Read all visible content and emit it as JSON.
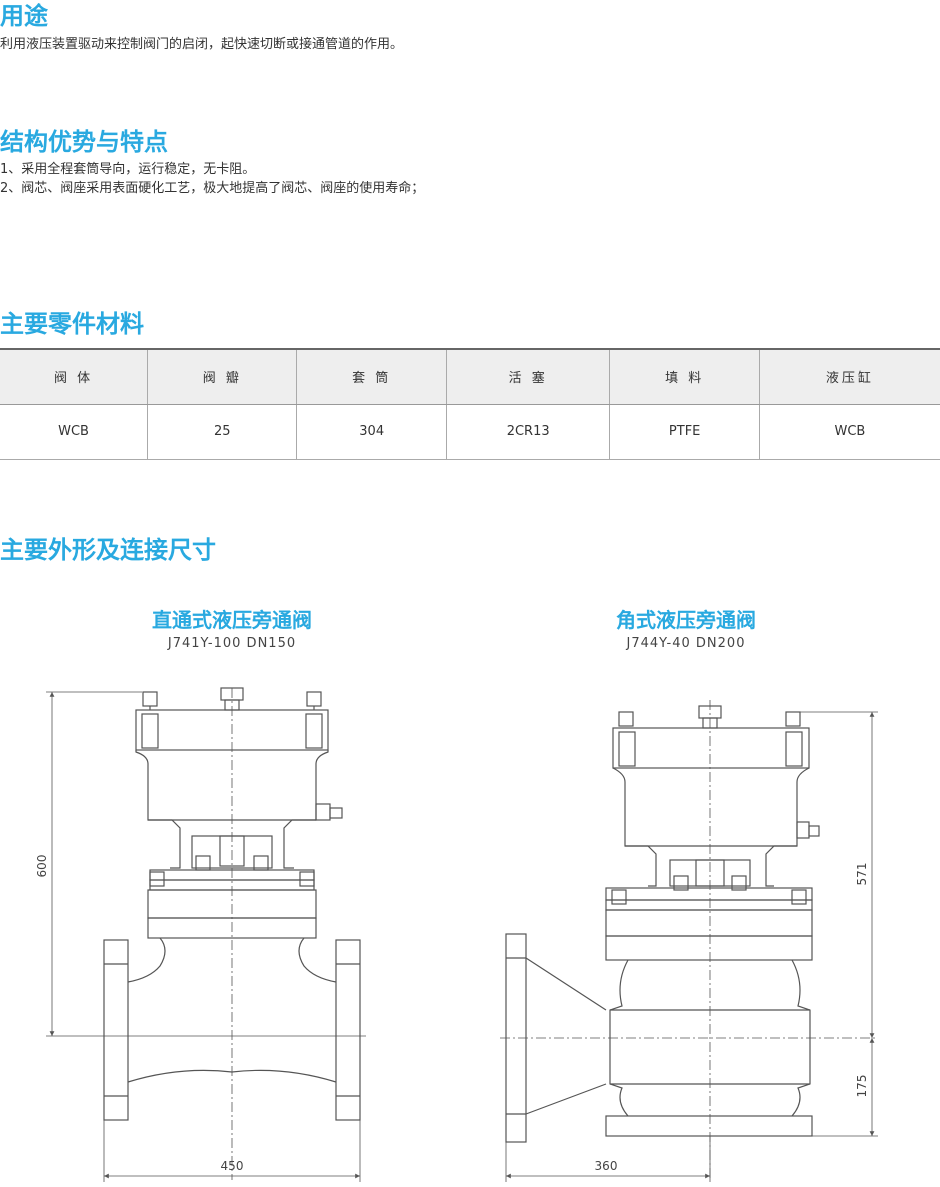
{
  "sections": {
    "use": {
      "title": "用途",
      "text": "利用液压装置驱动来控制阀门的启闭，起快速切断或接通管道的作用。"
    },
    "structure": {
      "title": "结构优势与特点",
      "points": [
        "1、采用全程套筒导向，运行稳定，无卡阻。",
        "2、阀芯、阀座采用表面硬化工艺，极大地提高了阀芯、阀座的使用寿命；"
      ]
    },
    "materials": {
      "title": "主要零件材料",
      "headers": [
        "阀 体",
        "阀 瓣",
        "套 筒",
        "活 塞",
        "填 料",
        "液压缸"
      ],
      "values": [
        "WCB",
        "25",
        "304",
        "2CR13",
        "PTFE",
        "WCB"
      ]
    },
    "dimensions": {
      "title": "主要外形及连接尺寸"
    }
  },
  "valves": [
    {
      "title": "直通式液压旁通阀",
      "model": "J741Y-100 DN150",
      "dims": {
        "height": "600",
        "width": "450"
      }
    },
    {
      "title": "角式液压旁通阀",
      "model": "J744Y-40 DN200",
      "dims": {
        "height_top": "571",
        "height_bottom": "175",
        "width": "360"
      }
    }
  ],
  "colors": {
    "accent": "#29a9e0",
    "line": "#555555"
  }
}
